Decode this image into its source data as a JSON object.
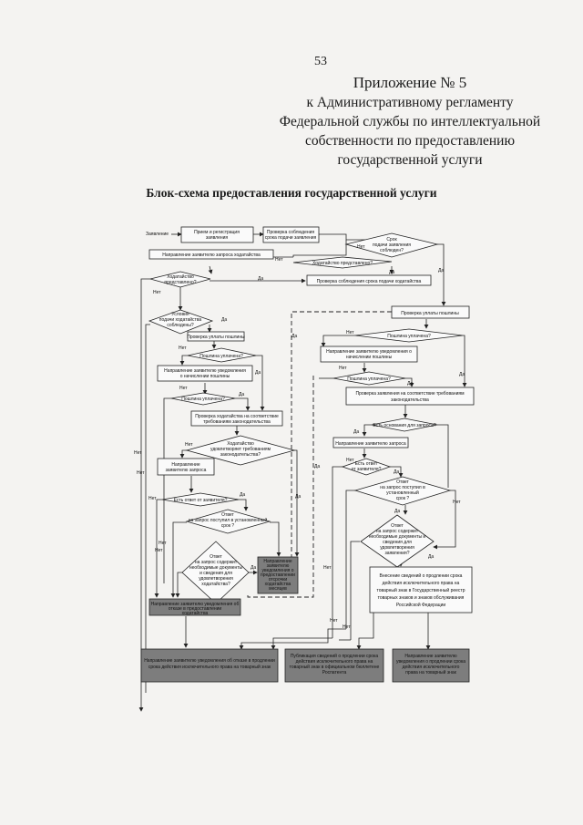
{
  "page_number": "53",
  "appendix": {
    "line1": "Приложение № 5",
    "line2": "к Административному регламенту",
    "line3": "Федеральной службы по интеллектуальной",
    "line4": "собственности по предоставлению",
    "line5": "государственной услуги"
  },
  "title": "Блок-схема предоставления государственной услуги",
  "flow": {
    "start_label": "Заявление",
    "b1": [
      "Прием и регистрация",
      "заявления"
    ],
    "b2": [
      "Проверка соблюдения",
      "срока подачи заявления"
    ],
    "d1": [
      "Срок",
      "подачи заявления",
      "соблюден?"
    ],
    "b3": "Направление заявителю запроса ходатайства",
    "d2": "Ходатайство представлено?",
    "d3": [
      "Ходатайство",
      "представлено?"
    ],
    "b4": "Проверка соблюдения срока подачи ходатайства",
    "d4": [
      "Условия",
      "подачи ходатайства",
      "соблюдены?"
    ],
    "b5": "Проверка уплаты пошлины",
    "d5": "Пошлина уплачена?",
    "b6": [
      "Направление заявителю уведомления",
      "о начислении пошлины"
    ],
    "d6": "Пошлина уплачена?",
    "b7": [
      "Проверка ходатайства на соответствие",
      "требованиям законодательства"
    ],
    "d7": [
      "Ходатайство",
      "удовлетворяет требованиям",
      "законодательства?"
    ],
    "b8": [
      "Направление",
      "заявителю запроса"
    ],
    "d8": "Есть ответ от заявителя?",
    "d9": [
      "Ответ",
      "на запрос поступил в установленный",
      "срок ?"
    ],
    "d10": [
      "Ответ",
      "на запрос содержит",
      "необходимые документы",
      "и сведения для",
      "удовлетворения",
      "ходатайства?"
    ],
    "b9": [
      "Направление",
      "заявителю",
      "уведомления о",
      "предоставлении",
      "отсрочки",
      "ходатайства",
      "месяцев"
    ],
    "b10": [
      "Направление заявителю уведомления об",
      "отказе в предоставлении",
      "ходатайства"
    ],
    "rb1": "Проверка уплаты пошлины",
    "rd1": "Пошлина уплачена?",
    "rb2": [
      "Направление заявителю уведомления о",
      "начислении пошлины"
    ],
    "rd2": "Пошлина уплачена?",
    "rb3": [
      "Проверка заявления на соответствие требованиям",
      "законодательства"
    ],
    "rd3": "Есть основания для запроса?",
    "rb4": "Направление заявителю запроса",
    "rd4": [
      "Есть ответ",
      "от заявителя?"
    ],
    "rd5": [
      "Ответ",
      "на запрос поступил в",
      "установленный",
      "срок ?"
    ],
    "rd6": [
      "Ответ",
      "на запрос содержит",
      "необходимые документы и",
      "сведения для",
      "удовлетворения",
      "заявления?"
    ],
    "rb5": [
      "Внесение сведений о продлении срока",
      "действия исключительного права на",
      "товарный знак в Государственный реестр",
      "товарных знаков и знаков обслуживания",
      "Российской Федерации"
    ],
    "f1": [
      "Направление заявителю уведомления об отказе в продлении",
      "срока действия исключительного права на товарный знак"
    ],
    "f2": [
      "Публикация сведений о продлении срока",
      "действия исключительного права на",
      "товарный знак в официальном бюллетене",
      "Роспатента"
    ],
    "f3": [
      "Направление заявителю",
      "уведомления о продлении срока",
      "действия исключительного",
      "права на товарный знак"
    ],
    "yes": "Да",
    "no": "Нет"
  }
}
